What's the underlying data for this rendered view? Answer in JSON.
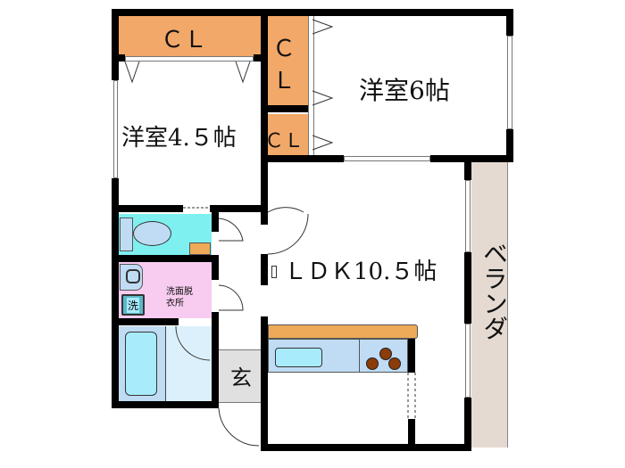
{
  "floorplan": {
    "rooms": {
      "closet_top": "ＣＬ",
      "closet_mid_1": "Ｃ",
      "closet_mid_2": "Ｌ",
      "closet_small": "ＣＬ",
      "bedroom_6": "洋室6帖",
      "bedroom_45": "洋室4.５帖",
      "ldk": "ＬＤＫ10.５帖",
      "washroom_1": "洗面脱",
      "washroom_2": "衣所",
      "washer": "洗",
      "entrance": "玄",
      "veranda": "ベランダ"
    },
    "colors": {
      "closet": "#f2a868",
      "toilet": "#7ff0f0",
      "washroom": "#f8ccf0",
      "bath": "#c8e4f8",
      "bathtub": "#a8ecfc",
      "entrance": "#e0e0e0",
      "veranda": "#e4dad2",
      "counter": "#eeaa58",
      "kitchen": "#c0dcf4",
      "stove": "#8b3c08"
    }
  }
}
